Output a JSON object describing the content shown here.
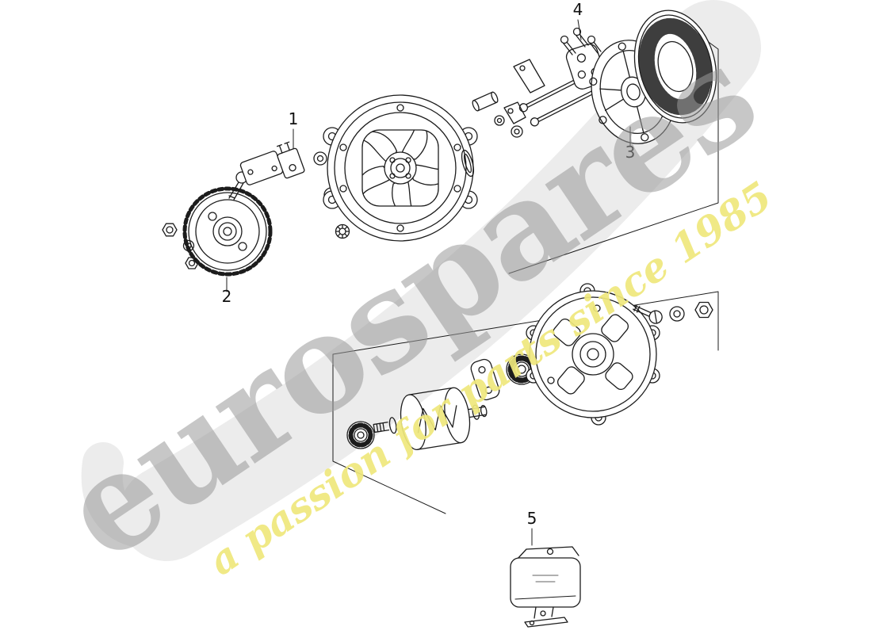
{
  "page": {
    "background_color": "#ffffff"
  },
  "watermark": {
    "brand": "eurospares",
    "tagline": "a passion for parts since 1985",
    "brand_color": "#9a9a9a",
    "tagline_color": "#efe87c",
    "swoosh_color": "#ececec"
  },
  "diagram": {
    "line_color": "#1c1c1c",
    "labels": [
      {
        "text": "1"
      },
      {
        "text": "2"
      },
      {
        "text": "3"
      },
      {
        "text": "4"
      },
      {
        "text": "5"
      }
    ]
  }
}
